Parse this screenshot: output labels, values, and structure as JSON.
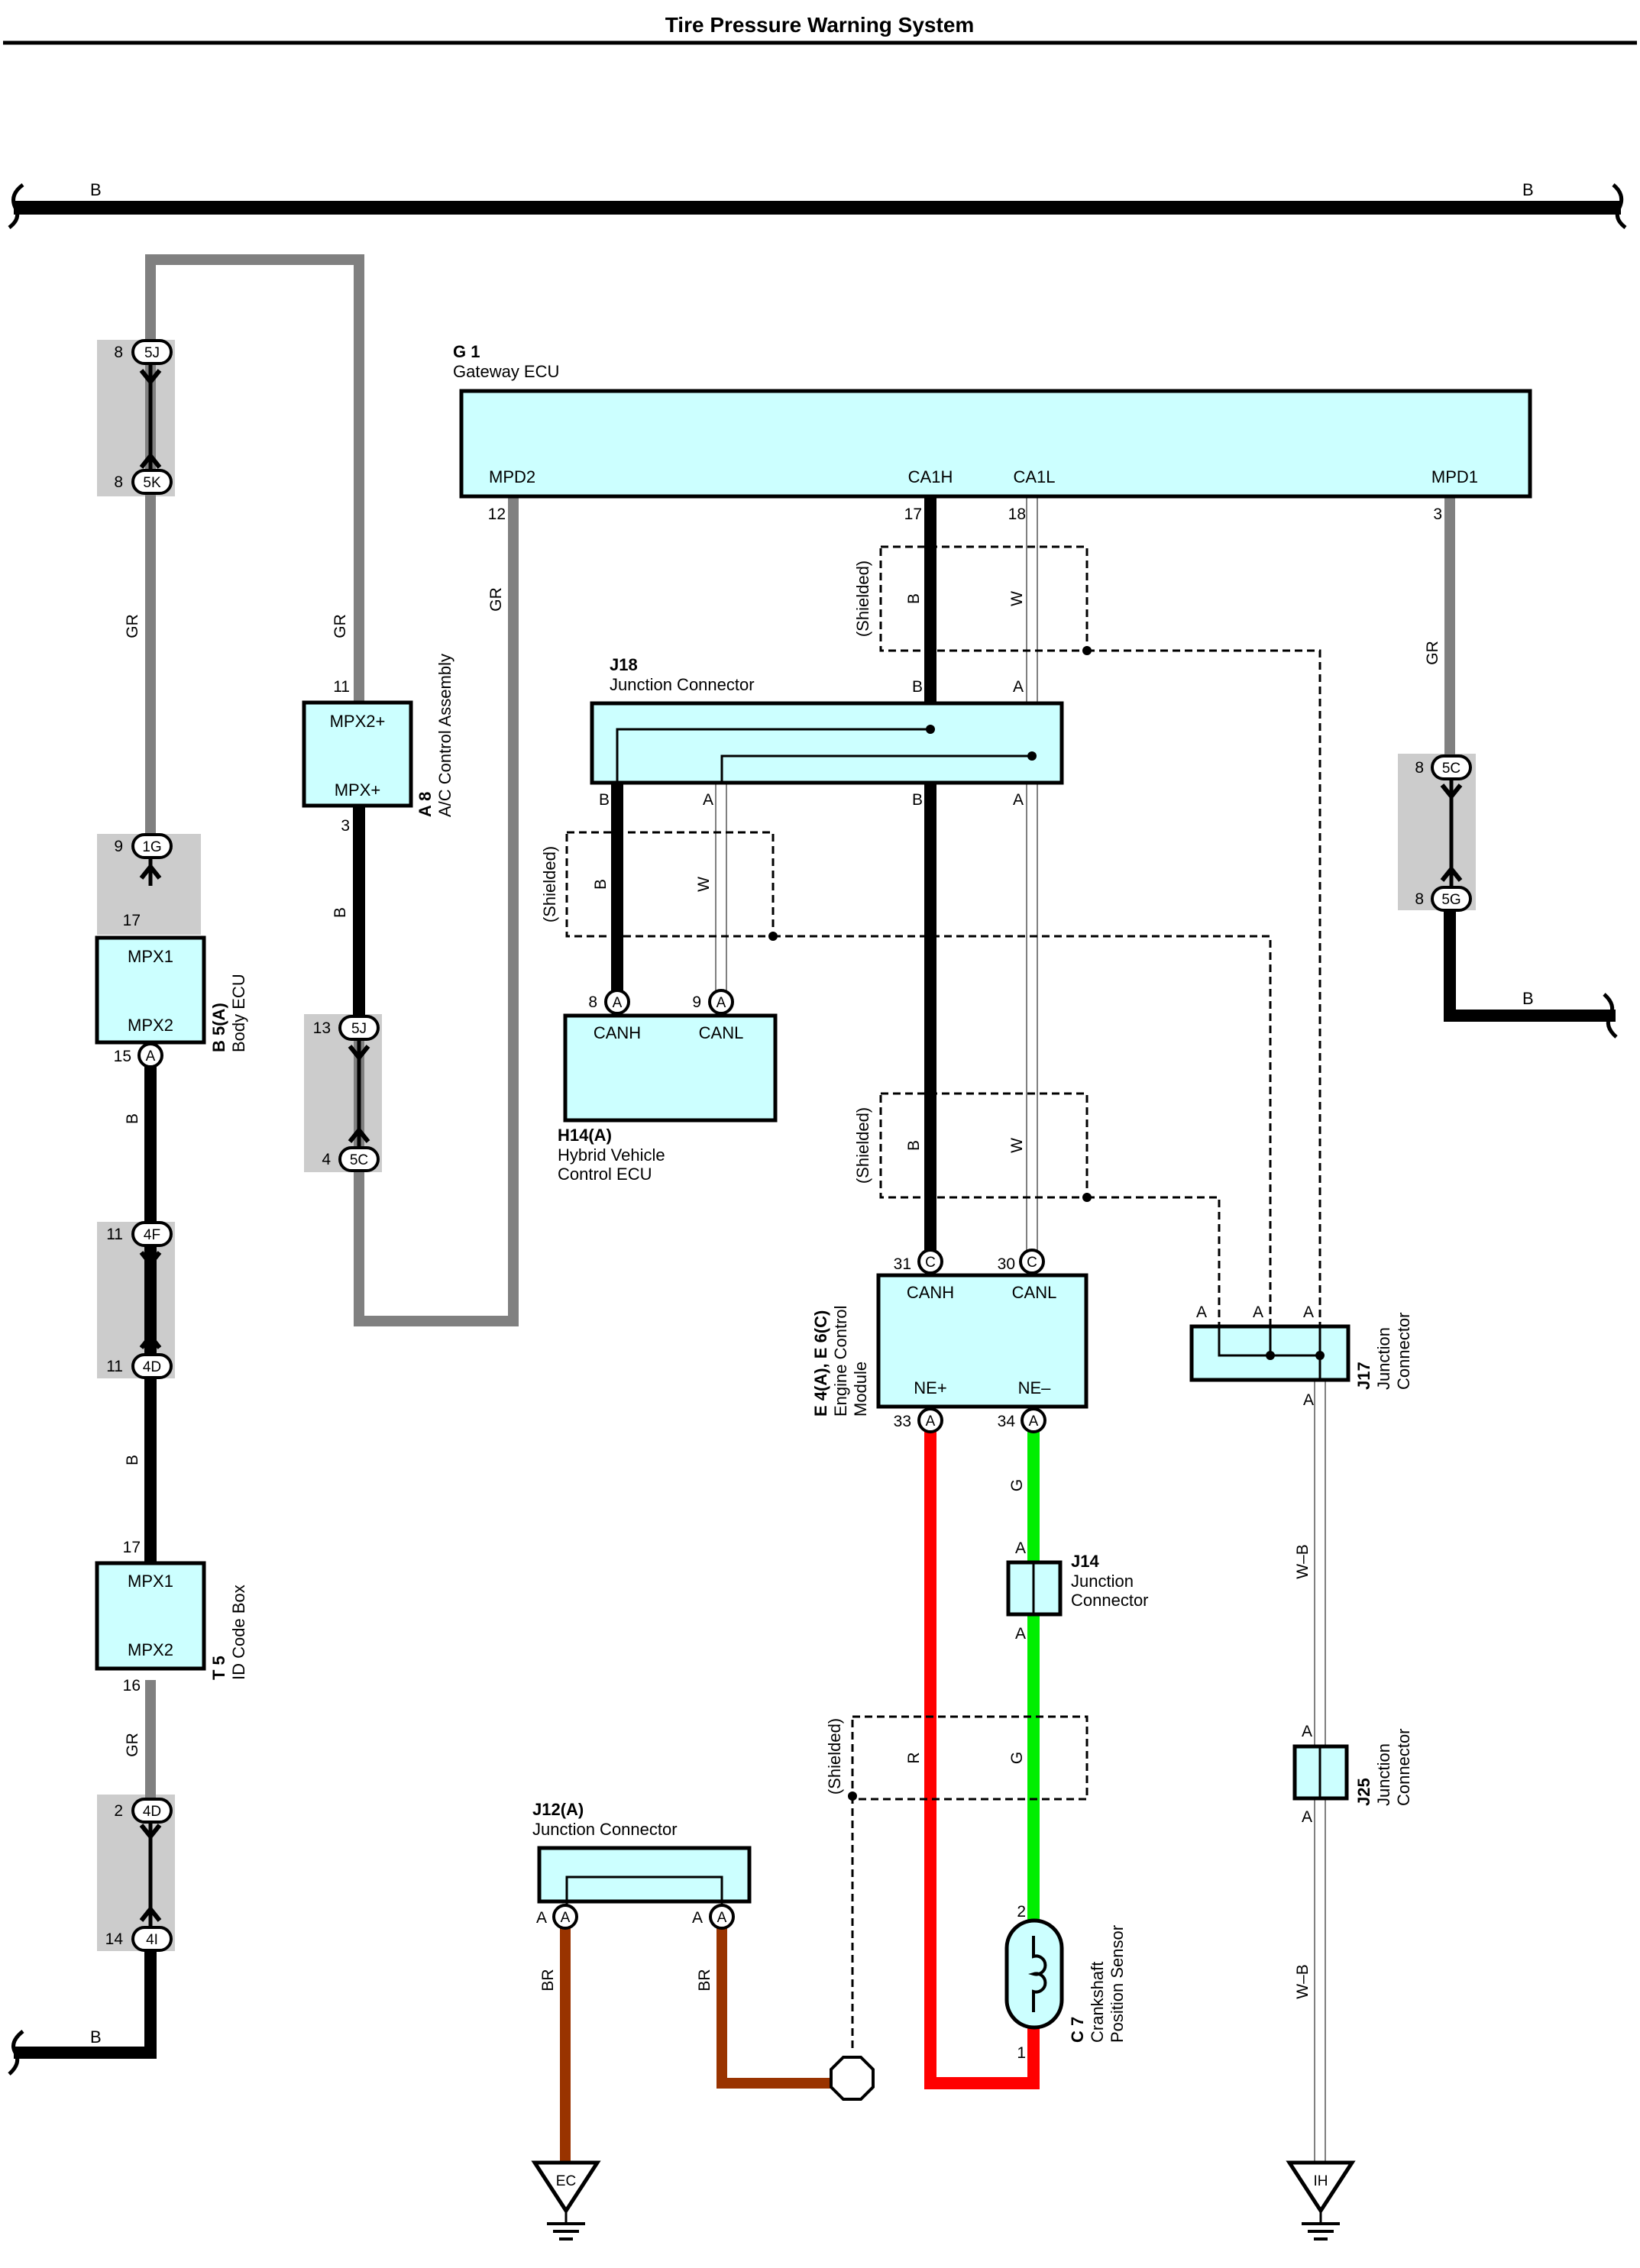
{
  "title": "Tire Pressure Warning System",
  "shielded_label": "(Shielded)",
  "wire_colors": {
    "B": "B",
    "GR": "GR",
    "W": "W",
    "R": "R",
    "G": "G",
    "BR": "BR",
    "WB": "W–B"
  },
  "colors": {
    "component_fill": "#ccffff",
    "connector_shade": "#cccccc",
    "wire_black": "#000000",
    "wire_gray": "#808080",
    "wire_red": "#ff0000",
    "wire_green": "#00ee00",
    "wire_brown": "#993300"
  },
  "components": {
    "g1": {
      "code": "G 1",
      "name": "Gateway ECU",
      "terminals": {
        "mpd2": "MPD2",
        "ca1h": "CA1H",
        "ca1l": "CA1L",
        "mpd1": "MPD1"
      },
      "pins": {
        "mpd2": "12",
        "ca1h": "17",
        "ca1l": "18",
        "mpd1": "3"
      }
    },
    "j18": {
      "code": "J18",
      "name": "Junction Connector",
      "pins": {
        "in_b": "B",
        "in_a": "A",
        "out_b1": "B",
        "out_a1": "A",
        "out_b2": "B",
        "out_a2": "A"
      }
    },
    "a8": {
      "code": "A 8",
      "name": "A/C Control Assembly",
      "terminals": {
        "mpx2p": "MPX2+",
        "mpxp": "MPX+"
      },
      "pins": {
        "top": "11",
        "bottom": "3"
      }
    },
    "b5": {
      "code": "B 5(A)",
      "name": "Body ECU",
      "terminals": {
        "mpx1": "MPX1",
        "mpx2": "MPX2"
      },
      "pins": {
        "top": "17",
        "bottom": "15"
      },
      "bottom_circle": "A"
    },
    "t5": {
      "code": "T 5",
      "name": "ID Code Box",
      "terminals": {
        "mpx1": "MPX1",
        "mpx2": "MPX2"
      },
      "pins": {
        "top": "17",
        "bottom": "16"
      }
    },
    "h14": {
      "code": "H14(A)",
      "name_line1": "Hybrid Vehicle",
      "name_line2": "Control ECU",
      "terminals": {
        "canh": "CANH",
        "canl": "CANL"
      },
      "pins": {
        "canh": "8",
        "canl": "9"
      },
      "circles": {
        "canh": "A",
        "canl": "A"
      }
    },
    "e4": {
      "code": "E 4(A), E 6(C)",
      "name_line1": "Engine Control",
      "name_line2": "Module",
      "terminals": {
        "canh": "CANH",
        "canl": "CANL",
        "nep": "NE+",
        "nem": "NE–"
      },
      "pins": {
        "canh": "31",
        "canl": "30",
        "nep": "33",
        "nem": "34"
      },
      "circles": {
        "canh": "C",
        "canl": "C",
        "nep": "A",
        "nem": "A"
      }
    },
    "j17": {
      "code": "J17",
      "name_line1": "Junction",
      "name_line2": "Connector",
      "pins": {
        "t1": "A",
        "t2": "A",
        "t3": "A",
        "bottom": "A"
      }
    },
    "j14": {
      "code": "J14",
      "name_line1": "Junction",
      "name_line2": "Connector",
      "pins": {
        "top": "A",
        "bottom": "A"
      }
    },
    "j25": {
      "code": "J25",
      "name_line1": "Junction",
      "name_line2": "Connector",
      "pins": {
        "top": "A",
        "bottom": "A"
      }
    },
    "j12": {
      "code": "J12(A)",
      "name": "Junction Connector",
      "pins": {
        "left": "A",
        "right": "A"
      },
      "circles": {
        "left": "A",
        "right": "A"
      }
    },
    "c7": {
      "code": "C 7",
      "name_line1": "Crankshaft",
      "name_line2": "Position Sensor",
      "pins": {
        "top": "2",
        "bottom": "1"
      }
    }
  },
  "connectors": [
    {
      "id": "5J-top",
      "pin": "8",
      "label": "5J"
    },
    {
      "id": "5K",
      "pin": "8",
      "label": "5K"
    },
    {
      "id": "1G",
      "pin": "9",
      "label": "1G"
    },
    {
      "id": "4F",
      "pin": "11",
      "label": "4F"
    },
    {
      "id": "4D-a",
      "pin": "11",
      "label": "4D"
    },
    {
      "id": "4D-b",
      "pin": "2",
      "label": "4D"
    },
    {
      "id": "4I",
      "pin": "14",
      "label": "4I"
    },
    {
      "id": "5J-mid",
      "pin": "13",
      "label": "5J"
    },
    {
      "id": "5C-mid",
      "pin": "4",
      "label": "5C"
    },
    {
      "id": "5C-right",
      "pin": "8",
      "label": "5C"
    },
    {
      "id": "5G",
      "pin": "8",
      "label": "5G"
    }
  ],
  "grounds": {
    "ec": "EC",
    "ih": "IH"
  },
  "bus_labels": {
    "top_left": "B",
    "top_right": "B",
    "right_mid": "B",
    "bottom_left": "B"
  }
}
